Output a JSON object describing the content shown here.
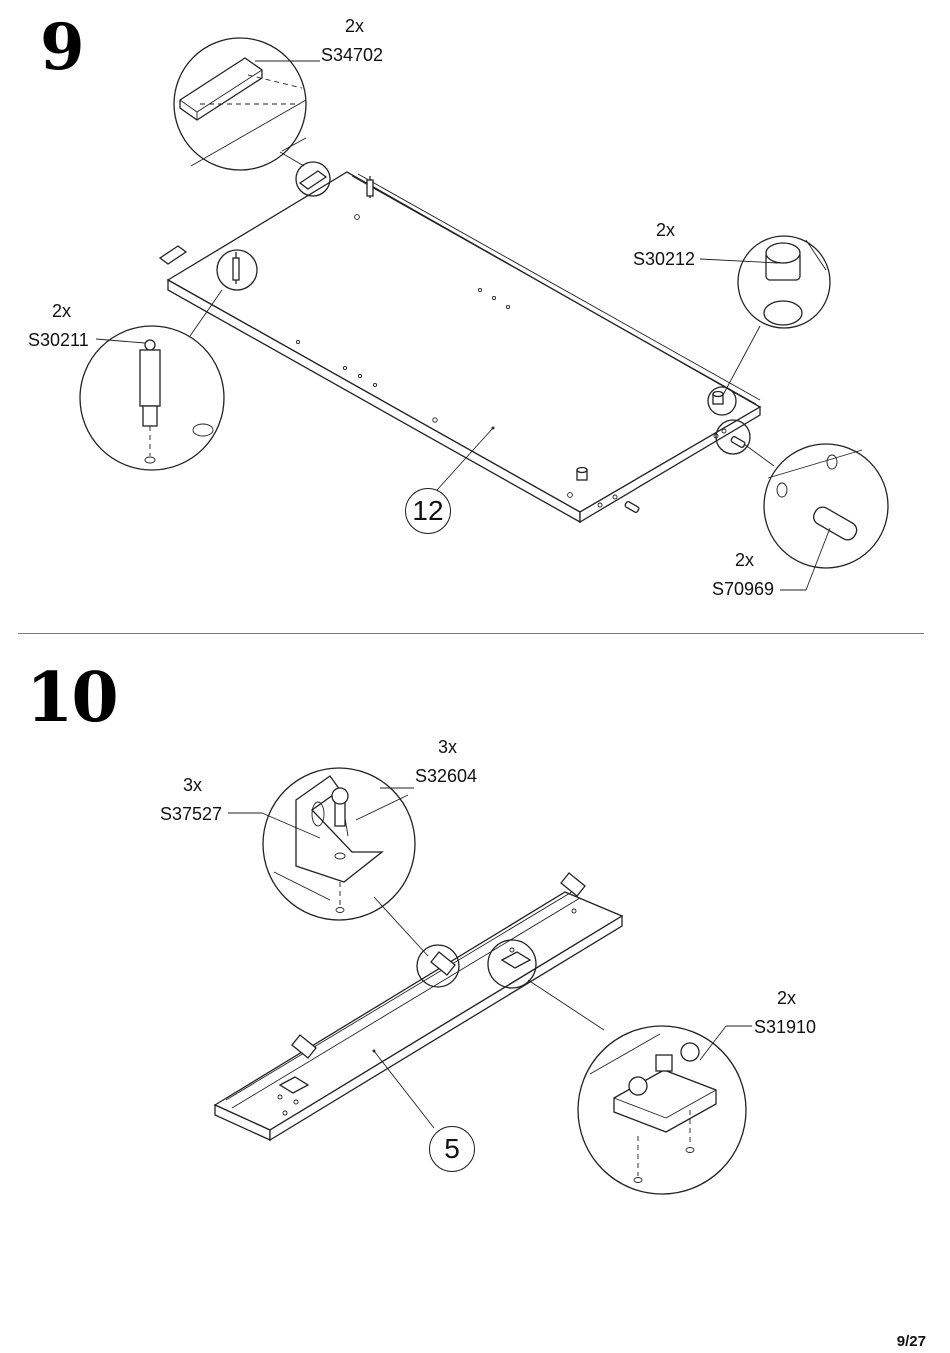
{
  "page": {
    "number": "9/27"
  },
  "steps": [
    {
      "number": "9",
      "panel": "12",
      "parts": [
        {
          "qty": "2x",
          "code": "S34702"
        },
        {
          "qty": "2x",
          "code": "S30212"
        },
        {
          "qty": "2x",
          "code": "S30211"
        },
        {
          "qty": "2x",
          "code": "S70969"
        }
      ]
    },
    {
      "number": "10",
      "panel": "5",
      "parts": [
        {
          "qty": "3x",
          "code": "S32604"
        },
        {
          "qty": "3x",
          "code": "S37527"
        },
        {
          "qty": "2x",
          "code": "S31910"
        }
      ]
    }
  ]
}
